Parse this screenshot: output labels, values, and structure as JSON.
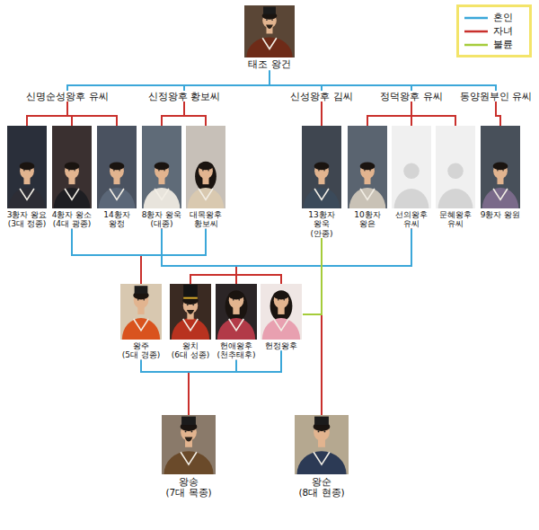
{
  "diagram": {
    "nodes": [
      {
        "text": [
          "태조 왕건"
        ]
      },
      {
        "text": [
          "신명순성왕후 유씨"
        ]
      },
      {
        "text": [
          "신정왕후 황보씨"
        ]
      },
      {
        "text": [
          "신성왕후 김씨"
        ]
      },
      {
        "text": [
          "정덕왕후 유씨"
        ]
      },
      {
        "text": [
          "동양원부인 유씨"
        ]
      },
      {
        "text": [
          "3황자 왕요",
          "(3대 정종)"
        ]
      },
      {
        "text": [
          "4황자 왕소",
          "(4대 광종)"
        ]
      },
      {
        "text": [
          "14황자 왕정"
        ]
      },
      {
        "text": [
          "8황자 왕욱",
          "(대종)"
        ]
      },
      {
        "text": [
          "대목왕후 황보씨"
        ]
      },
      {
        "text": [
          "13황자 왕욱",
          "(안종)"
        ]
      },
      {
        "text": [
          "10황자 왕은"
        ]
      },
      {
        "text": [
          "선의왕후 유씨"
        ]
      },
      {
        "text": [
          "문혜왕후 유씨"
        ]
      },
      {
        "text": [
          "9황자 왕원"
        ]
      },
      {
        "text": [
          "왕주",
          "(5대 경종)"
        ]
      },
      {
        "text": [
          "왕치",
          "(6대 성종)"
        ]
      },
      {
        "text": [
          "헌애왕후",
          "(천추태후)"
        ]
      },
      {
        "text": [
          "헌정왕후"
        ]
      },
      {
        "text": [
          "왕송",
          "(7대 목종)"
        ]
      },
      {
        "text": [
          "왕순",
          "(8대 현종)"
        ]
      }
    ],
    "edges": [
      {
        "from": 0,
        "to": 1,
        "arrow": "none"
      },
      {
        "from": 0,
        "to": 2,
        "arrow": "none"
      },
      {
        "from": 0,
        "to": 3,
        "arrow": "none"
      },
      {
        "from": 0,
        "to": 4,
        "arrow": "none"
      },
      {
        "from": 0,
        "to": 5,
        "arrow": "none"
      },
      {
        "from": 1,
        "to": 6,
        "arrow": "none"
      },
      {
        "from": 1,
        "to": 7,
        "arrow": "none"
      },
      {
        "from": 1,
        "to": 8,
        "arrow": "none"
      },
      {
        "from": 2,
        "to": 9,
        "arrow": "none"
      },
      {
        "from": 2,
        "to": 10,
        "arrow": "none"
      },
      {
        "from": 3,
        "to": 11,
        "arrow": "none"
      },
      {
        "from": 4,
        "to": 12,
        "arrow": "none"
      },
      {
        "from": 4,
        "to": 13,
        "arrow": "none"
      },
      {
        "from": 4,
        "to": 14,
        "arrow": "none"
      },
      {
        "from": 5,
        "to": 15,
        "arrow": "none"
      },
      {
        "from": 7,
        "to": 16,
        "arrow": "none"
      },
      {
        "from": 10,
        "to": 16,
        "arrow": "none"
      },
      {
        "from": 9,
        "to": 17,
        "arrow": "none"
      },
      {
        "from": 9,
        "to": 18,
        "arrow": "none"
      },
      {
        "from": 9,
        "to": 19,
        "arrow": "none"
      },
      {
        "from": 13,
        "to": 17,
        "arrow": "none"
      },
      {
        "from": 13,
        "to": 18,
        "arrow": "none"
      },
      {
        "from": 13,
        "to": 19,
        "arrow": "none"
      },
      {
        "from": 16,
        "to": 20,
        "arrow": "none"
      },
      {
        "from": 18,
        "to": 20,
        "arrow": "none"
      },
      {
        "from": 11,
        "to": 21,
        "arrow": "none"
      },
      {
        "from": 19,
        "to": 21,
        "arrow": "none"
      },
      {
        "from": 7,
        "to": 10,
        "arrow": "none"
      },
      {
        "from": 9,
        "to": 13,
        "arrow": "none"
      },
      {
        "from": 16,
        "to": 18,
        "arrow": "none"
      },
      {
        "from": 16,
        "to": 19,
        "arrow": "none"
      },
      {
        "from": 11,
        "to": 19,
        "arrow": "none"
      }
    ],
    "legend": [
      {
        "text": "혼인",
        "color": "#3ba7d9"
      },
      {
        "text": "자녀",
        "color": "#c9302c"
      },
      {
        "text": "불륜",
        "color": "#a5cc3a"
      }
    ]
  }
}
